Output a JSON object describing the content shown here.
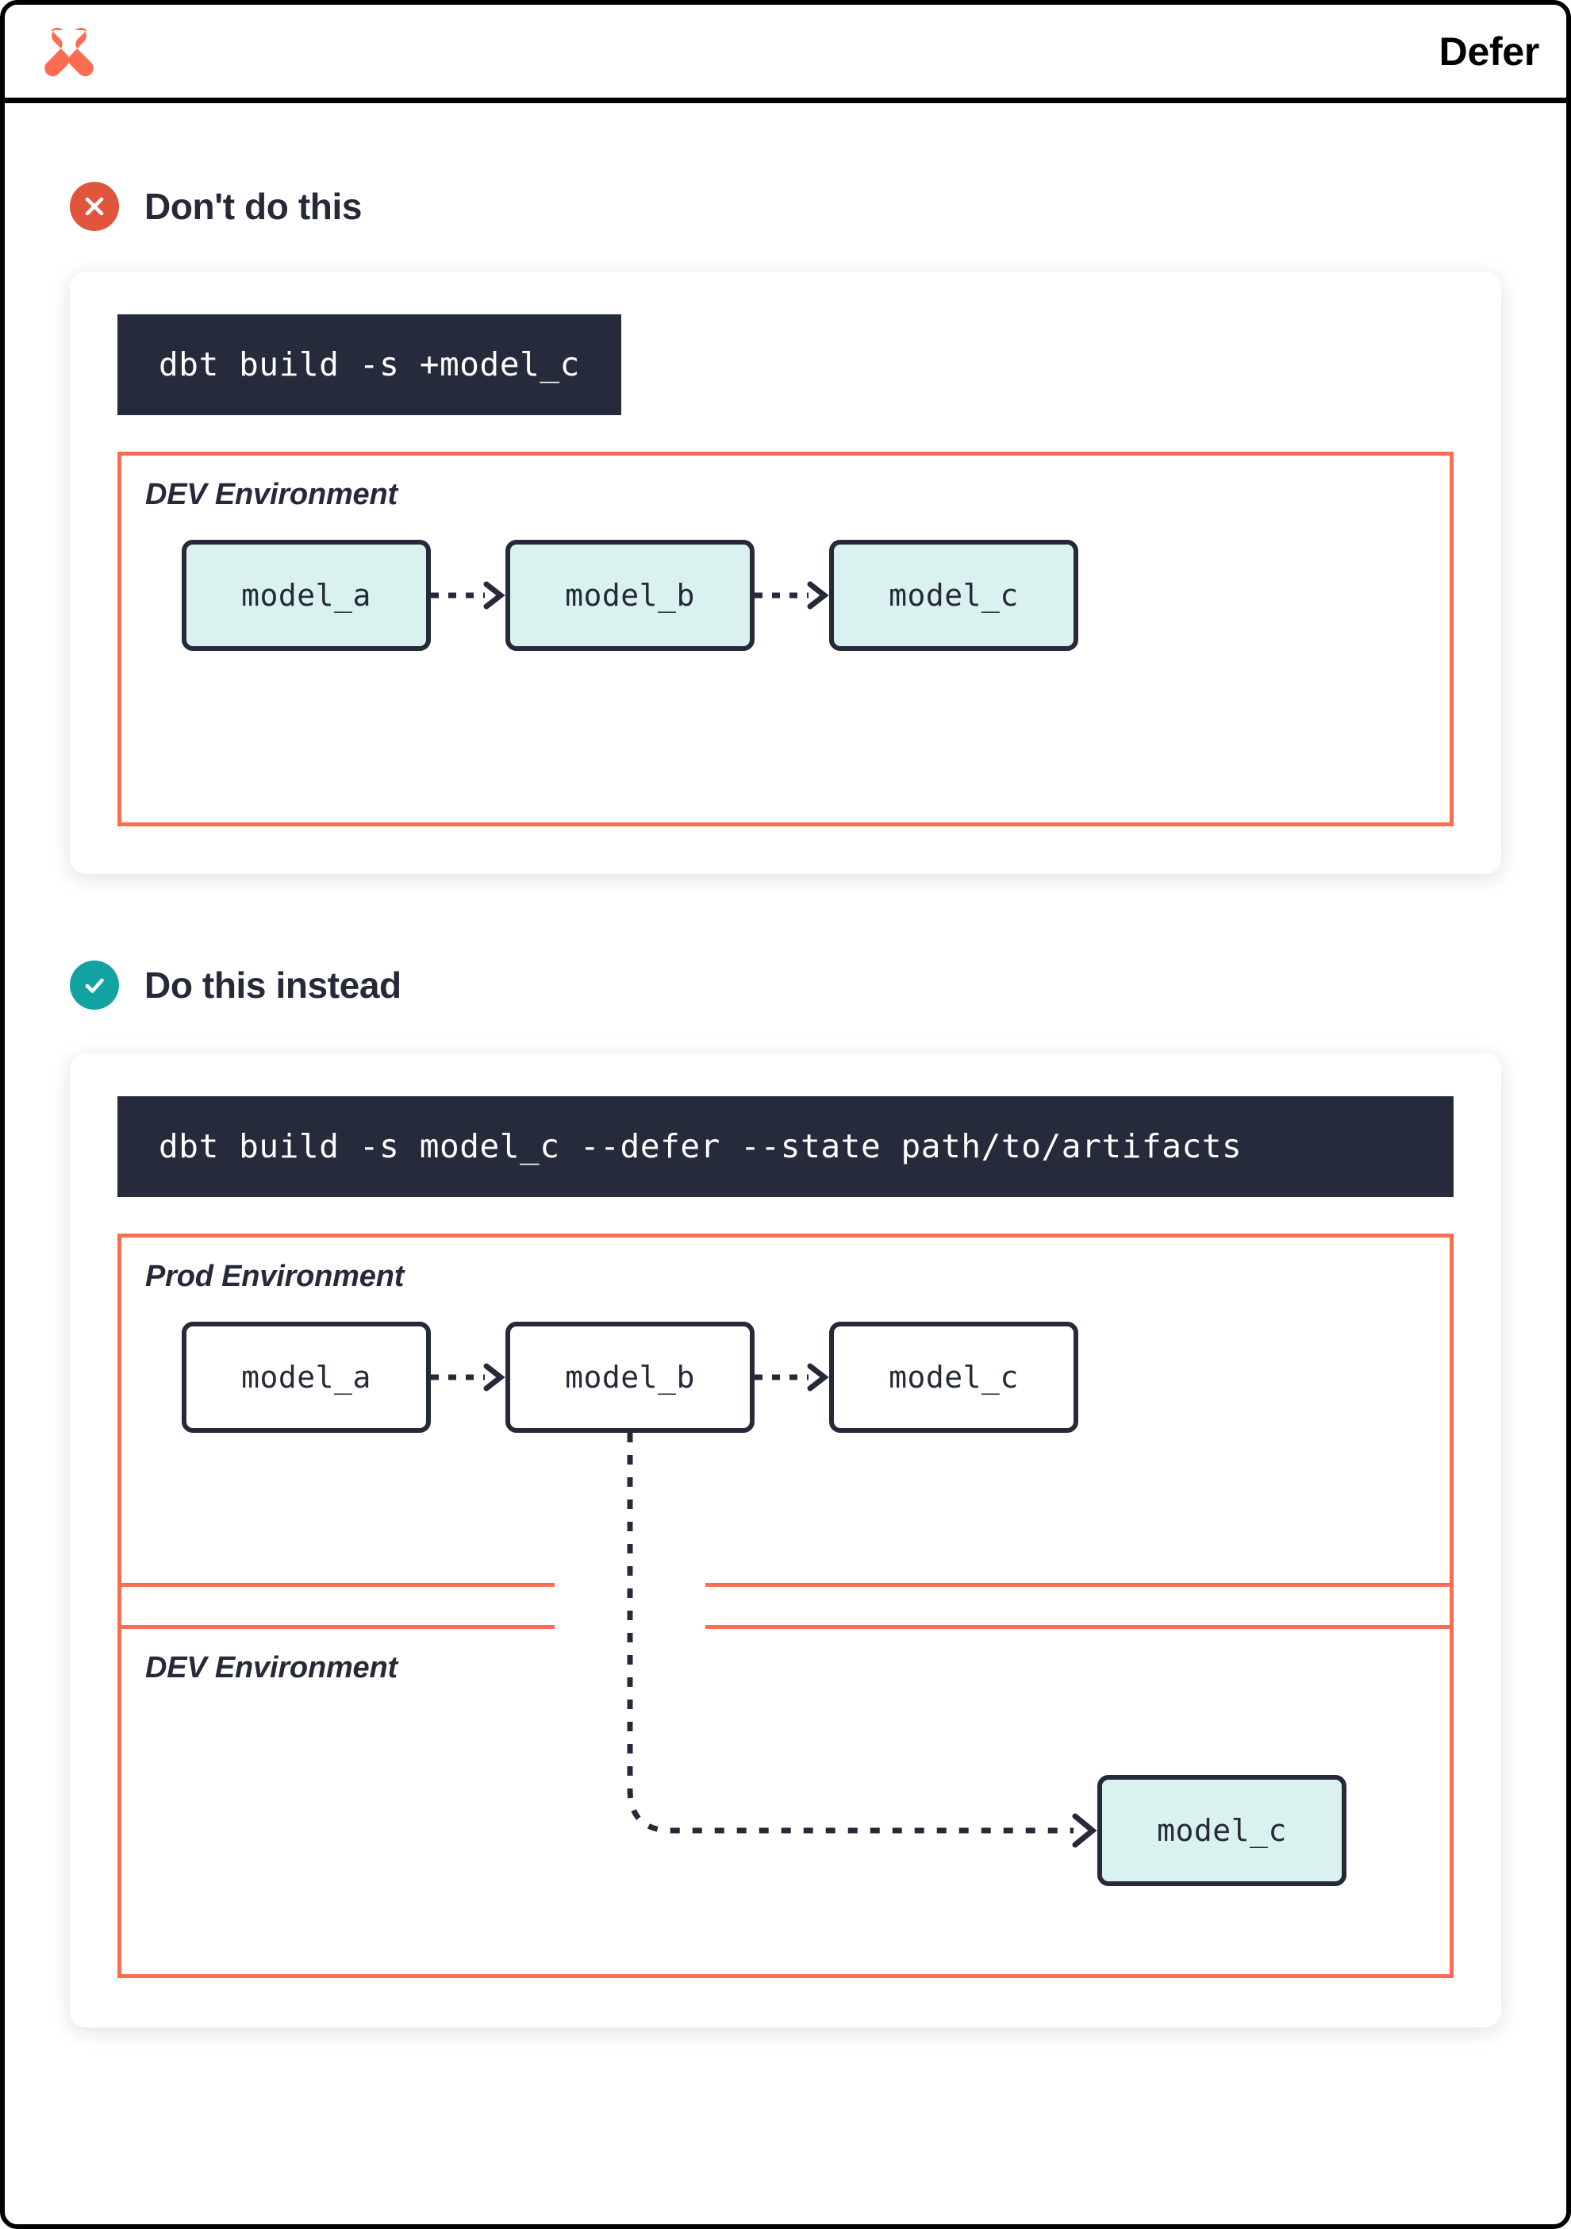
{
  "header": {
    "logo_name": "dbt-logo",
    "title": "Defer"
  },
  "colors": {
    "brand_orange": "#fb6c51",
    "badge_red": "#e0553b",
    "badge_teal": "#13a2a2",
    "ink": "#262a38",
    "terminal_bg": "#252b3b",
    "node_mint": "#d9f2f0",
    "node_white": "#ffffff"
  },
  "sections": [
    {
      "id": "dont",
      "badge_icon": "x-icon",
      "title": "Don't do this",
      "command": "dbt build -s +model_c",
      "environments": [
        {
          "label": "DEV Environment",
          "nodes": [
            {
              "label": "model_a",
              "style": "mint"
            },
            {
              "label": "model_b",
              "style": "mint"
            },
            {
              "label": "model_c",
              "style": "mint"
            }
          ]
        }
      ]
    },
    {
      "id": "do",
      "badge_icon": "check-icon",
      "title": "Do this instead",
      "command": "dbt build -s model_c --defer --state path/to/artifacts",
      "environments": [
        {
          "label": "Prod Environment",
          "nodes": [
            {
              "label": "model_a",
              "style": "white"
            },
            {
              "label": "model_b",
              "style": "white"
            },
            {
              "label": "model_c",
              "style": "white"
            }
          ]
        },
        {
          "label": "DEV Environment",
          "nodes": [
            {
              "label": "model_c",
              "style": "mint"
            }
          ]
        }
      ]
    }
  ]
}
